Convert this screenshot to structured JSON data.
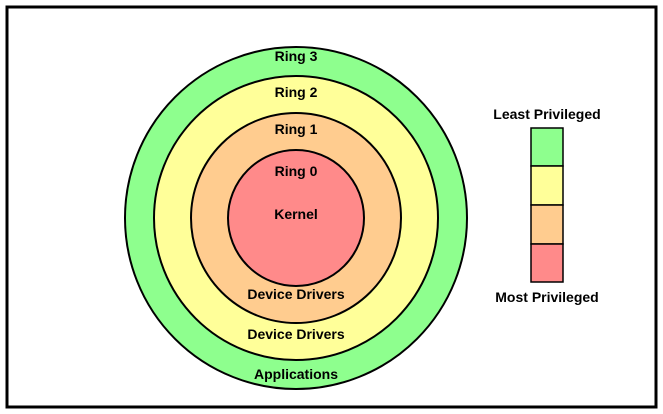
{
  "diagram": {
    "rings": [
      {
        "name": "Ring 3",
        "contents": "Applications",
        "color": "#8eff8e"
      },
      {
        "name": "Ring 2",
        "contents": "Device Drivers",
        "color": "#ffff99"
      },
      {
        "name": "Ring 1",
        "contents": "Device Drivers",
        "color": "#ffcc8f"
      },
      {
        "name": "Ring 0",
        "contents": "Kernel",
        "color": "#ff8a8a"
      }
    ],
    "legend": {
      "top_label": "Least Privileged",
      "bottom_label": "Most Privileged"
    },
    "colors": {
      "border": "#000000",
      "background": "#ffffff"
    }
  }
}
